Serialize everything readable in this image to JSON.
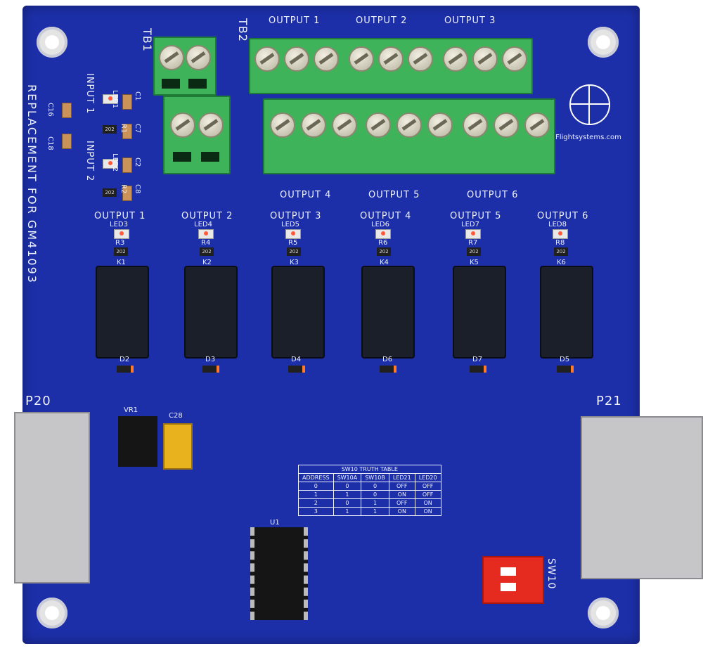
{
  "board": {
    "title_vertical": "REPLACEMENT FOR GM41093",
    "brand": "Flightsystems.com",
    "terminals": {
      "tb1": "TB1",
      "tb2": "TB2"
    },
    "inputs": {
      "in1": "INPUT 1",
      "in2": "INPUT 2"
    },
    "output_groups_top": [
      "OUTPUT 1",
      "OUTPUT 2",
      "OUTPUT 3"
    ],
    "output_groups_bottom": [
      "OUTPUT 4",
      "OUTPUT 5",
      "OUTPUT 6"
    ],
    "output_labels_row": [
      "OUTPUT 1",
      "OUTPUT 2",
      "OUTPUT 3",
      "OUTPUT 4",
      "OUTPUT 5",
      "OUTPUT 6"
    ],
    "leds_row": [
      "LED3",
      "LED4",
      "LED5",
      "LED6",
      "LED7",
      "LED8"
    ],
    "resistors_row": [
      "R3",
      "R4",
      "R5",
      "R6",
      "R7",
      "R8"
    ],
    "relays_row": [
      "K1",
      "K2",
      "K3",
      "K4",
      "K5",
      "K6"
    ],
    "diodes_row": [
      "D2",
      "D3",
      "D4",
      "D6",
      "D7",
      "D5"
    ],
    "connectors": {
      "p20": "P20",
      "p21": "P21"
    },
    "regulator": "VR1",
    "cap_c28": "C28",
    "ic_u1": "U1",
    "switch": "SW10",
    "left_caps": [
      "C16",
      "C18"
    ],
    "input_parts": [
      "LED1",
      "C1",
      "C7",
      "R1",
      "LED2",
      "C2",
      "R2",
      "C8"
    ]
  },
  "truth_table": {
    "title": "SW10 TRUTH TABLE",
    "headers": [
      "ADDRESS",
      "SW10A",
      "SW10B",
      "LED21",
      "LED20"
    ],
    "rows": [
      [
        "0",
        "0",
        "0",
        "OFF",
        "OFF"
      ],
      [
        "1",
        "1",
        "0",
        "ON",
        "OFF"
      ],
      [
        "2",
        "0",
        "1",
        "OFF",
        "ON"
      ],
      [
        "3",
        "1",
        "1",
        "ON",
        "ON"
      ]
    ]
  },
  "colors": {
    "pcb": "#1c2fa8",
    "terminal": "#3fb35a",
    "connector": "#c6c6c8",
    "silkscreen": "#eef1ff",
    "dip_switch": "#e52a1f"
  }
}
